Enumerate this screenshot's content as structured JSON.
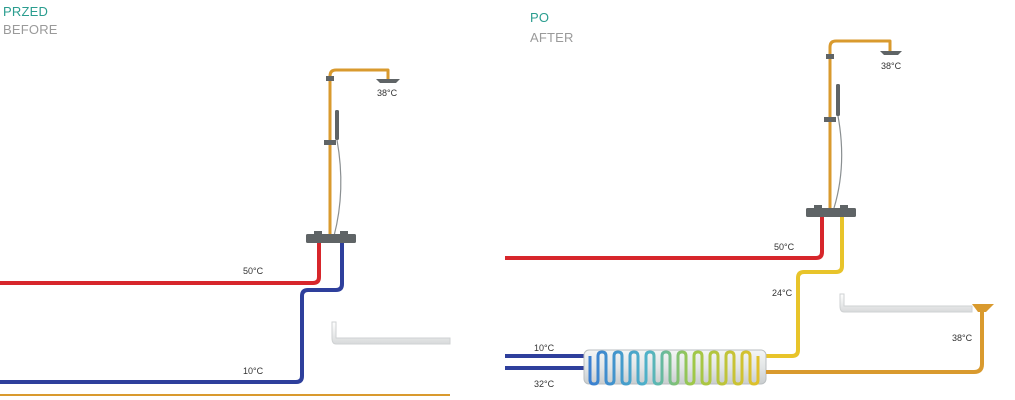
{
  "before": {
    "title_pl": "PRZED",
    "title_en": "BEFORE",
    "temps": {
      "shower": "38°C",
      "hot": "50°C",
      "cold": "10°C"
    }
  },
  "after": {
    "title_pl": "PO",
    "title_en": "AFTER",
    "temps": {
      "shower": "38°C",
      "hot": "50°C",
      "preheated": "24°C",
      "cold": "10°C",
      "drain_out": "32°C",
      "drain_in": "38°C"
    }
  },
  "colors": {
    "hot": "#d7262b",
    "cold": "#2e3f9c",
    "warm": "#d99a2e",
    "preheated": "#e8c42a",
    "fixture": "#5f6466",
    "title_pl": "#2a9d8f",
    "title_en": "#9a9a9a"
  }
}
